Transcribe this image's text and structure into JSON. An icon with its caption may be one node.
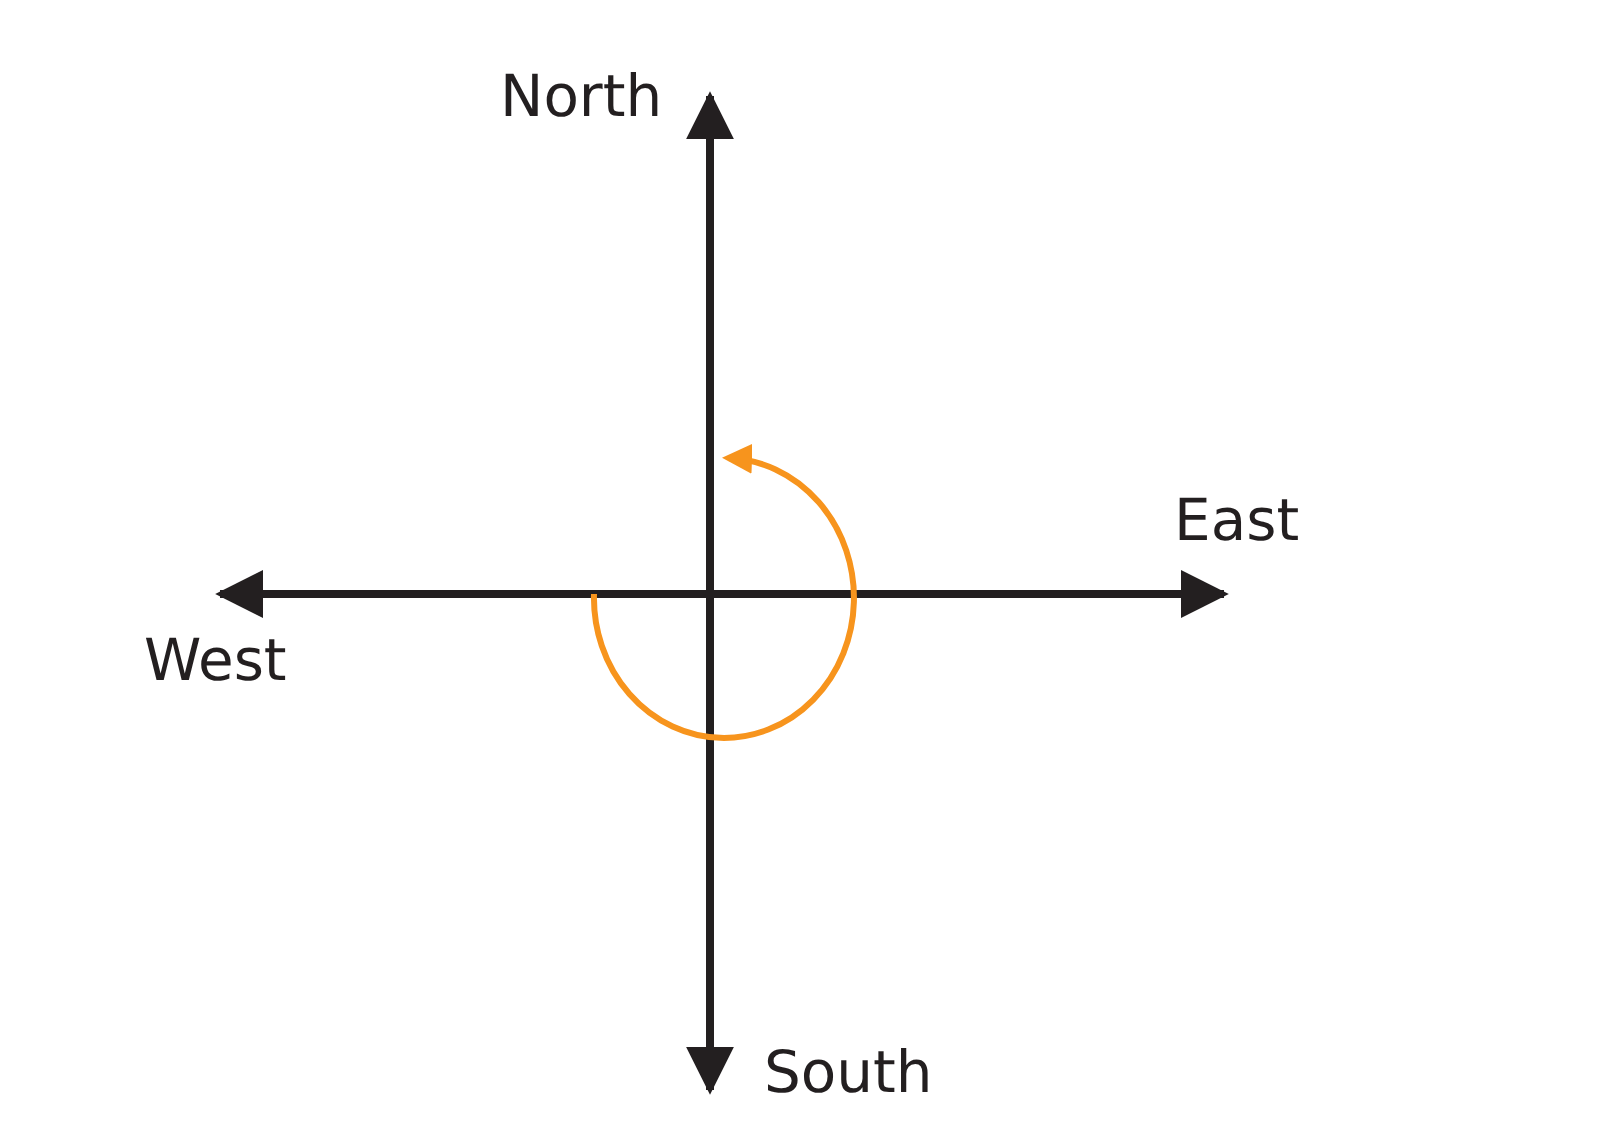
{
  "diagram": {
    "labels": [
      "North",
      "East",
      "West",
      "South"
    ]
  }
}
